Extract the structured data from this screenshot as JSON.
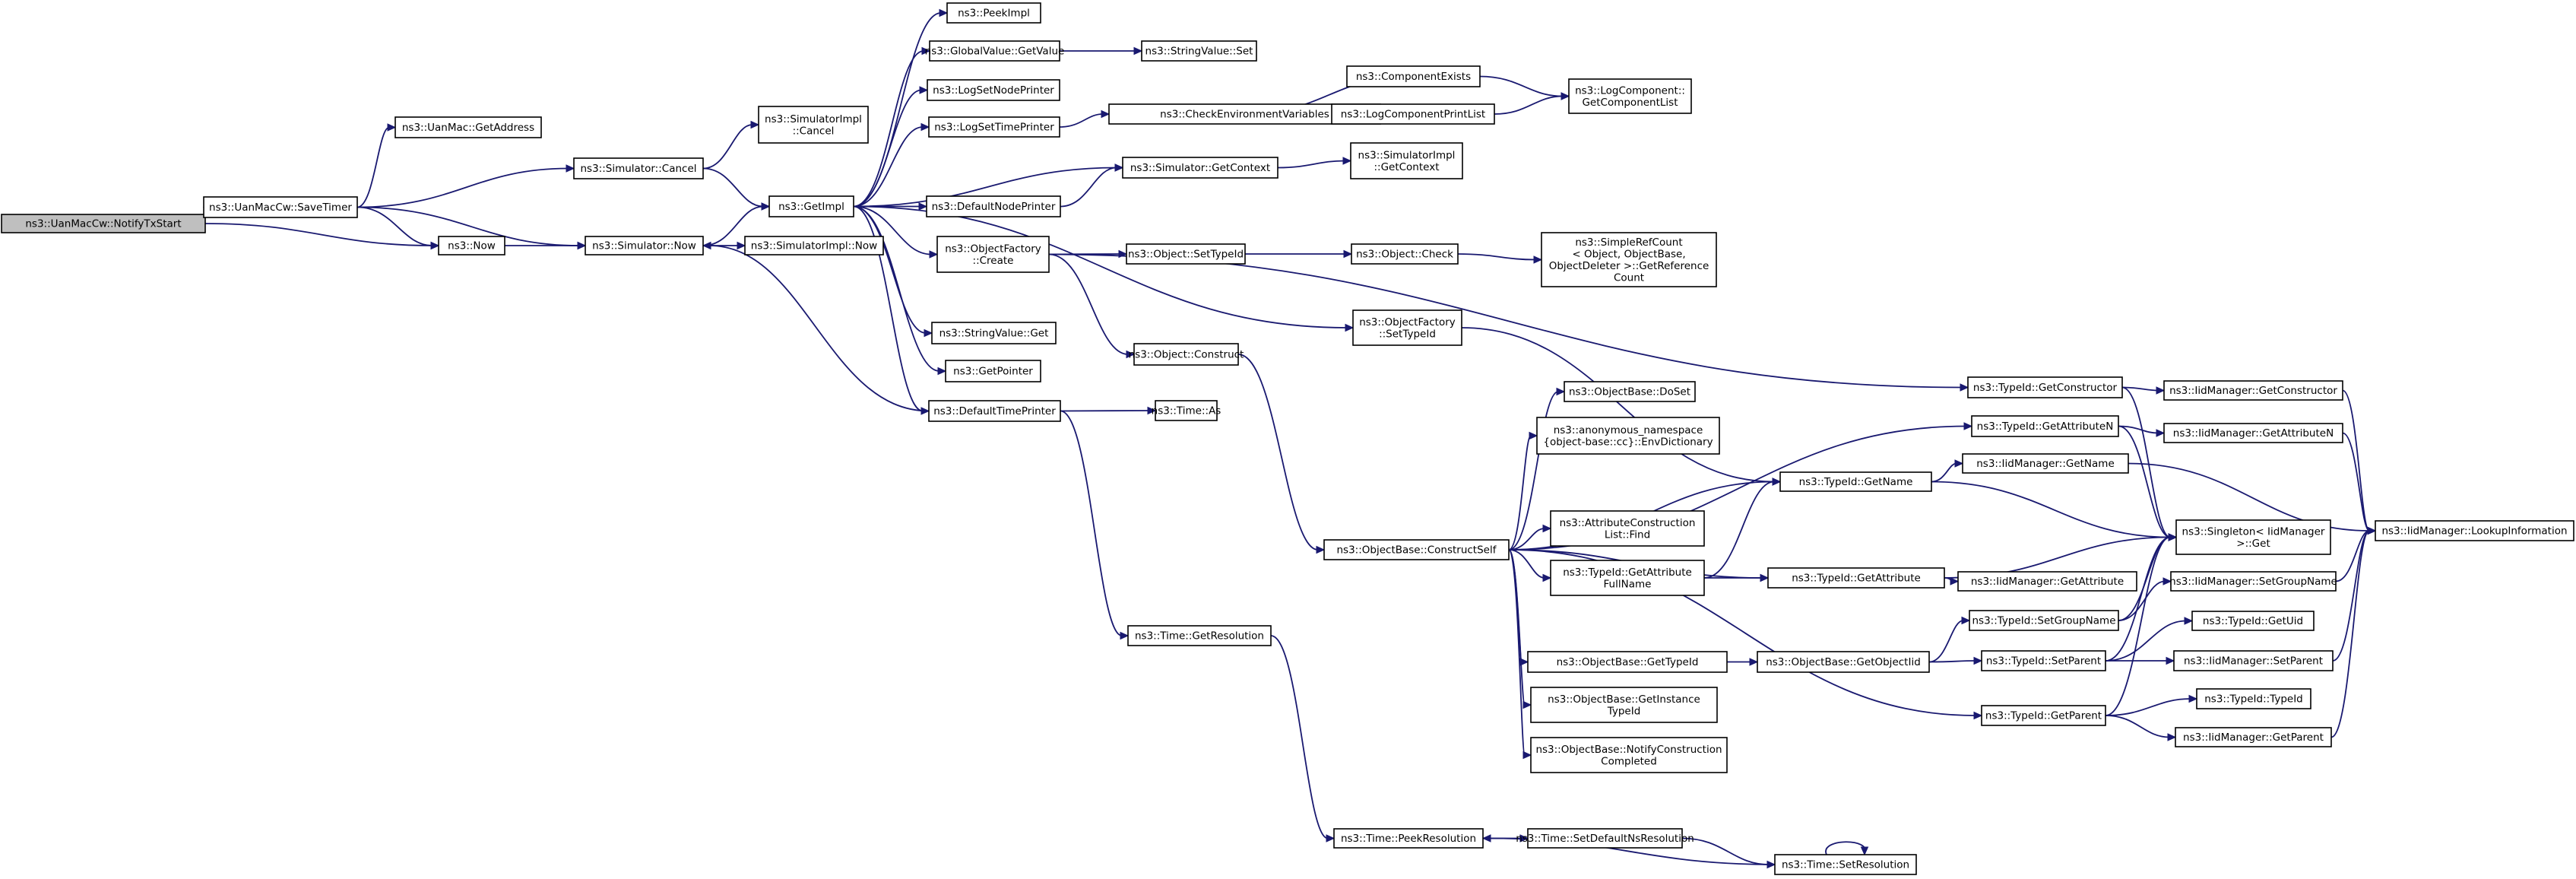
{
  "diagram": {
    "nodes": [
      {
        "id": "n0",
        "lines": [
          "ns3::UanMacCw::NotifyTxStart"
        ],
        "root": true
      },
      {
        "id": "n1",
        "lines": [
          "ns3::UanMacCw::SaveTimer"
        ]
      },
      {
        "id": "n2",
        "lines": [
          "ns3::UanMac::GetAddress"
        ]
      },
      {
        "id": "n3",
        "lines": [
          "ns3::Simulator::Cancel"
        ]
      },
      {
        "id": "n4",
        "lines": [
          "ns3::SimulatorImpl",
          "::Cancel"
        ]
      },
      {
        "id": "n5",
        "lines": [
          "ns3::GetImpl"
        ]
      },
      {
        "id": "n6",
        "lines": [
          "ns3::PeekImpl"
        ]
      },
      {
        "id": "n7",
        "lines": [
          "ns3::GlobalValue::GetValue"
        ]
      },
      {
        "id": "n8",
        "lines": [
          "ns3::StringValue::Set"
        ]
      },
      {
        "id": "n9",
        "lines": [
          "ns3::LogSetNodePrinter"
        ]
      },
      {
        "id": "n10",
        "lines": [
          "ns3::LogSetTimePrinter"
        ]
      },
      {
        "id": "n11",
        "lines": [
          "ns3::CheckEnvironmentVariables"
        ]
      },
      {
        "id": "n12",
        "lines": [
          "ns3::ComponentExists"
        ]
      },
      {
        "id": "n13",
        "lines": [
          "ns3::LogComponent::",
          "GetComponentList"
        ]
      },
      {
        "id": "n14",
        "lines": [
          "ns3::LogComponentPrintList"
        ]
      },
      {
        "id": "n15",
        "lines": [
          "ns3::Simulator::GetContext"
        ]
      },
      {
        "id": "n16",
        "lines": [
          "ns3::SimulatorImpl",
          "::GetContext"
        ]
      },
      {
        "id": "n17",
        "lines": [
          "ns3::DefaultNodePrinter"
        ]
      },
      {
        "id": "n18",
        "lines": [
          "ns3::Now"
        ]
      },
      {
        "id": "n19",
        "lines": [
          "ns3::Simulator::Now"
        ]
      },
      {
        "id": "n20",
        "lines": [
          "ns3::SimulatorImpl::Now"
        ]
      },
      {
        "id": "n21",
        "lines": [
          "ns3::ObjectFactory",
          "::Create"
        ]
      },
      {
        "id": "n22",
        "lines": [
          "ns3::Object::SetTypeId"
        ]
      },
      {
        "id": "n23",
        "lines": [
          "ns3::Object::Check"
        ]
      },
      {
        "id": "n24",
        "lines": [
          "ns3::SimpleRefCount",
          "< Object, ObjectBase,",
          "ObjectDeleter >::GetReference",
          "Count"
        ]
      },
      {
        "id": "n25",
        "lines": [
          "ns3::ObjectFactory",
          "::SetTypeId"
        ]
      },
      {
        "id": "n26",
        "lines": [
          "ns3::StringValue::Get"
        ]
      },
      {
        "id": "n27",
        "lines": [
          "ns3::Object::Construct"
        ]
      },
      {
        "id": "n28",
        "lines": [
          "ns3::GetPointer"
        ]
      },
      {
        "id": "n29",
        "lines": [
          "ns3::DefaultTimePrinter"
        ]
      },
      {
        "id": "n30",
        "lines": [
          "ns3::Time::As"
        ]
      },
      {
        "id": "n31",
        "lines": [
          "ns3::Time::GetResolution"
        ]
      },
      {
        "id": "n32",
        "lines": [
          "ns3::Time::PeekResolution"
        ]
      },
      {
        "id": "n33",
        "lines": [
          "ns3::Time::SetDefaultNsResolution"
        ]
      },
      {
        "id": "n34",
        "lines": [
          "ns3::Time::SetResolution"
        ]
      },
      {
        "id": "n35",
        "lines": [
          "ns3::ObjectBase::ConstructSelf"
        ]
      },
      {
        "id": "n36",
        "lines": [
          "ns3::ObjectBase::DoSet"
        ]
      },
      {
        "id": "n37",
        "lines": [
          "ns3::anonymous_namespace",
          "{object-base::cc}::EnvDictionary"
        ]
      },
      {
        "id": "n38",
        "lines": [
          "ns3::AttributeConstruction",
          "List::Find"
        ]
      },
      {
        "id": "n39",
        "lines": [
          "ns3::TypeId::GetAttribute",
          "FullName"
        ]
      },
      {
        "id": "n40",
        "lines": [
          "ns3::ObjectBase::GetTypeId"
        ]
      },
      {
        "id": "n41",
        "lines": [
          "ns3::ObjectBase::GetInstance",
          "TypeId"
        ]
      },
      {
        "id": "n42",
        "lines": [
          "ns3::ObjectBase::NotifyConstruction",
          "Completed"
        ]
      },
      {
        "id": "n43",
        "lines": [
          "ns3::TypeId::GetName"
        ]
      },
      {
        "id": "n44",
        "lines": [
          "ns3::TypeId::GetAttribute"
        ]
      },
      {
        "id": "n45",
        "lines": [
          "ns3::ObjectBase::GetObjectIid"
        ]
      },
      {
        "id": "n46",
        "lines": [
          "ns3::TypeId::GetConstructor"
        ]
      },
      {
        "id": "n47",
        "lines": [
          "ns3::TypeId::GetAttributeN"
        ]
      },
      {
        "id": "n48",
        "lines": [
          "ns3::IidManager::GetName"
        ]
      },
      {
        "id": "n49",
        "lines": [
          "ns3::IidManager::GetAttribute"
        ]
      },
      {
        "id": "n50",
        "lines": [
          "ns3::TypeId::SetGroupName"
        ]
      },
      {
        "id": "n51",
        "lines": [
          "ns3::TypeId::SetParent"
        ]
      },
      {
        "id": "n52",
        "lines": [
          "ns3::TypeId::GetParent"
        ]
      },
      {
        "id": "n53",
        "lines": [
          "ns3::IidManager::GetConstructor"
        ]
      },
      {
        "id": "n54",
        "lines": [
          "ns3::IidManager::GetAttributeN"
        ]
      },
      {
        "id": "n55",
        "lines": [
          "ns3::Singleton< IidManager",
          " >::Get"
        ]
      },
      {
        "id": "n56",
        "lines": [
          "ns3::IidManager::SetGroupName"
        ]
      },
      {
        "id": "n57",
        "lines": [
          "ns3::TypeId::GetUid"
        ]
      },
      {
        "id": "n58",
        "lines": [
          "ns3::IidManager::SetParent"
        ]
      },
      {
        "id": "n59",
        "lines": [
          "ns3::TypeId::TypeId"
        ]
      },
      {
        "id": "n60",
        "lines": [
          "ns3::IidManager::GetParent"
        ]
      },
      {
        "id": "n61",
        "lines": [
          "ns3::IidManager::LookupInformation"
        ]
      }
    ],
    "edges": [
      {
        "from": "n0",
        "to": "n1"
      },
      {
        "from": "n0",
        "to": "n18"
      },
      {
        "from": "n1",
        "to": "n2"
      },
      {
        "from": "n1",
        "to": "n3"
      },
      {
        "from": "n1",
        "to": "n18"
      },
      {
        "from": "n1",
        "to": "n19"
      },
      {
        "from": "n3",
        "to": "n4"
      },
      {
        "from": "n3",
        "to": "n5"
      },
      {
        "from": "n18",
        "to": "n19"
      },
      {
        "from": "n19",
        "to": "n5"
      },
      {
        "from": "n19",
        "to": "n20"
      },
      {
        "from": "n5",
        "to": "n6"
      },
      {
        "from": "n5",
        "to": "n7"
      },
      {
        "from": "n5",
        "to": "n9"
      },
      {
        "from": "n5",
        "to": "n10"
      },
      {
        "from": "n5",
        "to": "n15"
      },
      {
        "from": "n5",
        "to": "n17"
      },
      {
        "from": "n5",
        "to": "n21"
      },
      {
        "from": "n5",
        "to": "n25"
      },
      {
        "from": "n5",
        "to": "n26"
      },
      {
        "from": "n5",
        "to": "n28"
      },
      {
        "from": "n5",
        "to": "n29"
      },
      {
        "from": "n7",
        "to": "n8"
      },
      {
        "from": "n10",
        "to": "n11"
      },
      {
        "from": "n11",
        "to": "n12"
      },
      {
        "from": "n11",
        "to": "n14"
      },
      {
        "from": "n12",
        "to": "n13"
      },
      {
        "from": "n14",
        "to": "n13"
      },
      {
        "from": "n17",
        "to": "n15"
      },
      {
        "from": "n15",
        "to": "n16"
      },
      {
        "from": "n21",
        "to": "n22"
      },
      {
        "from": "n21",
        "to": "n27"
      },
      {
        "from": "n21",
        "to": "n46"
      },
      {
        "from": "n22",
        "to": "n23"
      },
      {
        "from": "n23",
        "to": "n24"
      },
      {
        "from": "n25",
        "to": "n43"
      },
      {
        "from": "n27",
        "to": "n35"
      },
      {
        "from": "n29",
        "to": "n19"
      },
      {
        "from": "n29",
        "to": "n30"
      },
      {
        "from": "n29",
        "to": "n31"
      },
      {
        "from": "n31",
        "to": "n32"
      },
      {
        "from": "n32",
        "to": "n33"
      },
      {
        "from": "n33",
        "to": "n34"
      },
      {
        "from": "n34",
        "to": "n32"
      },
      {
        "from": "n34",
        "to": "n34"
      },
      {
        "from": "n35",
        "to": "n36"
      },
      {
        "from": "n35",
        "to": "n37"
      },
      {
        "from": "n35",
        "to": "n38"
      },
      {
        "from": "n35",
        "to": "n39"
      },
      {
        "from": "n35",
        "to": "n40"
      },
      {
        "from": "n35",
        "to": "n41"
      },
      {
        "from": "n35",
        "to": "n42"
      },
      {
        "from": "n35",
        "to": "n43"
      },
      {
        "from": "n35",
        "to": "n44"
      },
      {
        "from": "n35",
        "to": "n47"
      },
      {
        "from": "n35",
        "to": "n52"
      },
      {
        "from": "n39",
        "to": "n43"
      },
      {
        "from": "n39",
        "to": "n44"
      },
      {
        "from": "n40",
        "to": "n45"
      },
      {
        "from": "n45",
        "to": "n50"
      },
      {
        "from": "n45",
        "to": "n51"
      },
      {
        "from": "n43",
        "to": "n48"
      },
      {
        "from": "n43",
        "to": "n55"
      },
      {
        "from": "n44",
        "to": "n49"
      },
      {
        "from": "n44",
        "to": "n55"
      },
      {
        "from": "n46",
        "to": "n53"
      },
      {
        "from": "n46",
        "to": "n55"
      },
      {
        "from": "n47",
        "to": "n54"
      },
      {
        "from": "n47",
        "to": "n55"
      },
      {
        "from": "n50",
        "to": "n55"
      },
      {
        "from": "n50",
        "to": "n56"
      },
      {
        "from": "n51",
        "to": "n55"
      },
      {
        "from": "n51",
        "to": "n57"
      },
      {
        "from": "n51",
        "to": "n58"
      },
      {
        "from": "n52",
        "to": "n55"
      },
      {
        "from": "n52",
        "to": "n59"
      },
      {
        "from": "n52",
        "to": "n60"
      },
      {
        "from": "n48",
        "to": "n61"
      },
      {
        "from": "n53",
        "to": "n61"
      },
      {
        "from": "n54",
        "to": "n61"
      },
      {
        "from": "n56",
        "to": "n61"
      },
      {
        "from": "n58",
        "to": "n61"
      },
      {
        "from": "n60",
        "to": "n61"
      }
    ]
  }
}
